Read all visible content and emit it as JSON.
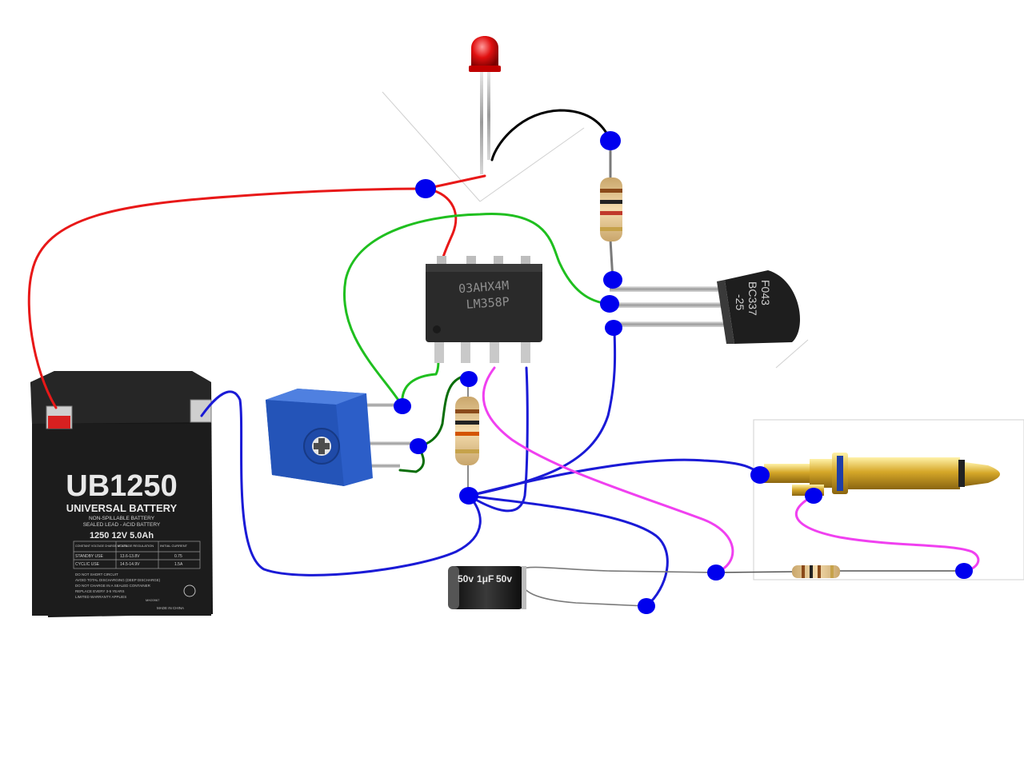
{
  "battery": {
    "model": "UB1250",
    "brand": "UNIVERSAL BATTERY",
    "type_line1": "NON-SPILLABLE BATTERY",
    "type_line2": "SEALED LEAD - ACID BATTERY",
    "spec": "1250  12V  5.0Ah",
    "table_headers": [
      "CONSTANT VOLTAGE CHARGE AT 20°C",
      "VOLTAGE REGULATION",
      "INITIAL CURRENT"
    ],
    "table_rows": [
      [
        "STANDBY USE",
        "13.6-13.8V",
        "0.75"
      ],
      [
        "CYCLIC USE",
        "14.5-14.9V",
        "1.5A"
      ]
    ],
    "warnings": [
      "DO NOT SHORT CIRCUIT",
      "AVOID TOTAL DISCHARGING (DEEP DISCHARGE)",
      "DO NOT CHARGE IN A SEALED CONTAINER",
      "REPLACE EVERY 3-5 YEARS",
      "LIMITED WARRANTY APPLIES"
    ],
    "made_in": "MADE IN CHINA",
    "cert": "MH20967"
  },
  "ic": {
    "marking_line1": "03ΑΗΧ4Μ",
    "marking_line2": "LM358P"
  },
  "transistor": {
    "marking_line1": "F043",
    "marking_line2": "BC337",
    "marking_line3": "-25"
  },
  "capacitor": {
    "rating_left": "50v",
    "rating_mid": "1μF",
    "rating_right": "50v"
  },
  "colors": {
    "wire_red": "#e81818",
    "wire_black": "#000000",
    "wire_green": "#1fbf1f",
    "wire_darkgreen": "#0a6e0a",
    "wire_blue": "#1a1ad6",
    "wire_magenta": "#f040f0",
    "node_blue": "#0000ee",
    "battery_body": "#1c1c1c",
    "ic_body": "#2a2a2a",
    "trimpot_body": "#2c5ec8",
    "jack_gold": "#d6a829"
  },
  "icons": [
    "led-icon",
    "resistor-icon",
    "npn-transistor-icon",
    "trimpot-icon",
    "electrolytic-capacitor-icon",
    "audio-jack-icon",
    "battery-icon",
    "dip8-ic-icon"
  ]
}
